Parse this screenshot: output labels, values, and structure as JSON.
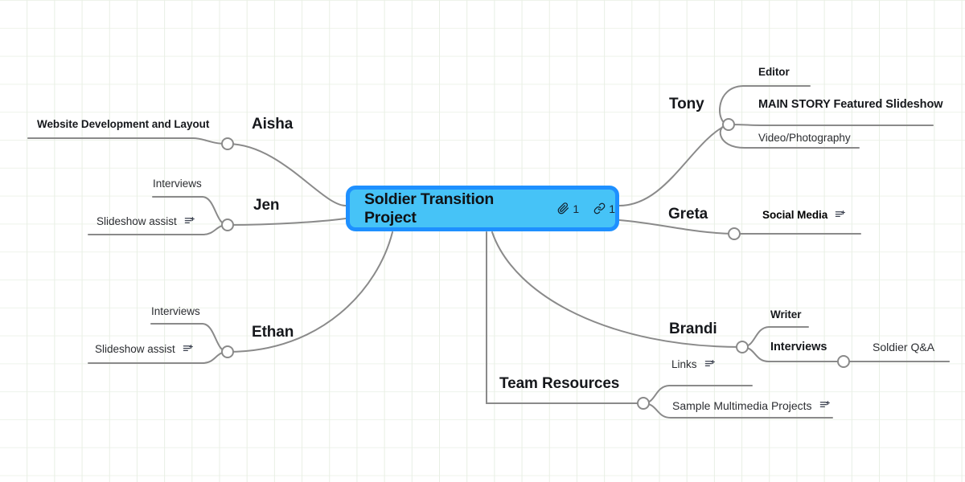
{
  "app": {
    "canvas_background": "#ffffff",
    "grid_color": "#e8efe4",
    "edge_color": "#8a8a8a",
    "node_fill": "#46c3f7",
    "node_border": "#1e90ff"
  },
  "central": {
    "title": "Soldier Transition Project",
    "attachment_icon": "paperclip-icon",
    "attachment_count": "1",
    "link_icon": "link-icon",
    "link_count": "1"
  },
  "branches": [
    {
      "id": "aisha",
      "label": "Aisha",
      "children": [
        {
          "label": "Website Development and Layout",
          "style": "bold",
          "note": false
        }
      ]
    },
    {
      "id": "jen",
      "label": "Jen",
      "children": [
        {
          "label": "Interviews",
          "style": "regular",
          "note": false
        },
        {
          "label": "Slideshow assist",
          "style": "regular",
          "note": true
        }
      ]
    },
    {
      "id": "ethan",
      "label": "Ethan",
      "children": [
        {
          "label": "Interviews",
          "style": "regular",
          "note": false
        },
        {
          "label": "Slideshow assist",
          "style": "regular",
          "note": true
        }
      ]
    },
    {
      "id": "tony",
      "label": "Tony",
      "children": [
        {
          "label": "Editor",
          "style": "bold",
          "note": false
        },
        {
          "label": "MAIN STORY Featured Slideshow",
          "style": "bold-lg",
          "note": false
        },
        {
          "label": "Video/Photography",
          "style": "regular",
          "note": false
        }
      ]
    },
    {
      "id": "greta",
      "label": "Greta",
      "children": [
        {
          "label": "Social Media",
          "style": "bold",
          "note": true
        }
      ]
    },
    {
      "id": "brandi",
      "label": "Brandi",
      "edge_label": "Links",
      "edge_label_note": true,
      "children": [
        {
          "label": "Writer",
          "style": "bold",
          "note": false
        },
        {
          "label": "Interviews",
          "style": "bold-lg",
          "note": false,
          "children": [
            {
              "label": "Soldier Q&A",
              "style": "regular-lg",
              "note": false
            }
          ]
        }
      ]
    },
    {
      "id": "team-resources",
      "label": "Team Resources",
      "children": [
        {
          "label": "Sample Multimedia Projects",
          "style": "regular-lg",
          "note": true
        }
      ]
    }
  ]
}
